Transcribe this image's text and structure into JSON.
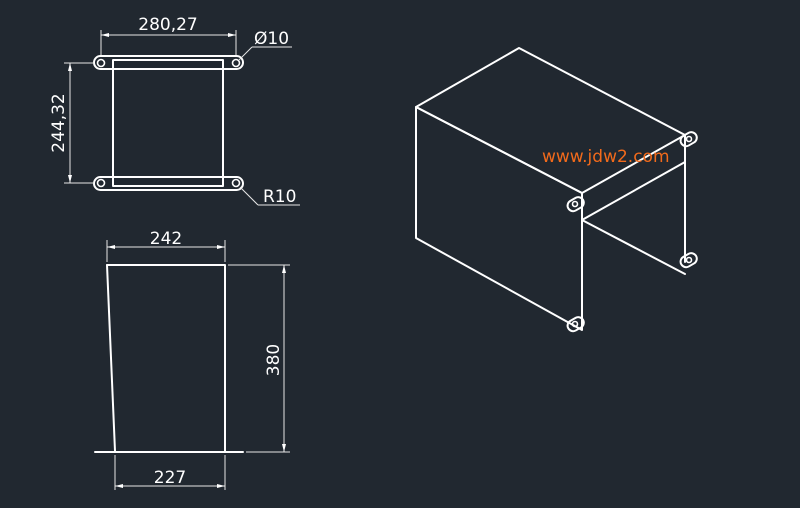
{
  "top_view": {
    "width_dim": "280,27",
    "height_dim": "244,32",
    "hole_dim": "Ø10",
    "radius_dim": "R10"
  },
  "front_view": {
    "top_width_dim": "242",
    "bottom_width_dim": "227",
    "height_dim": "380"
  },
  "watermark": "www.jdw2.com",
  "colors": {
    "background": "#212830",
    "lines": "#ffffff",
    "watermark": "#f26a1b"
  }
}
